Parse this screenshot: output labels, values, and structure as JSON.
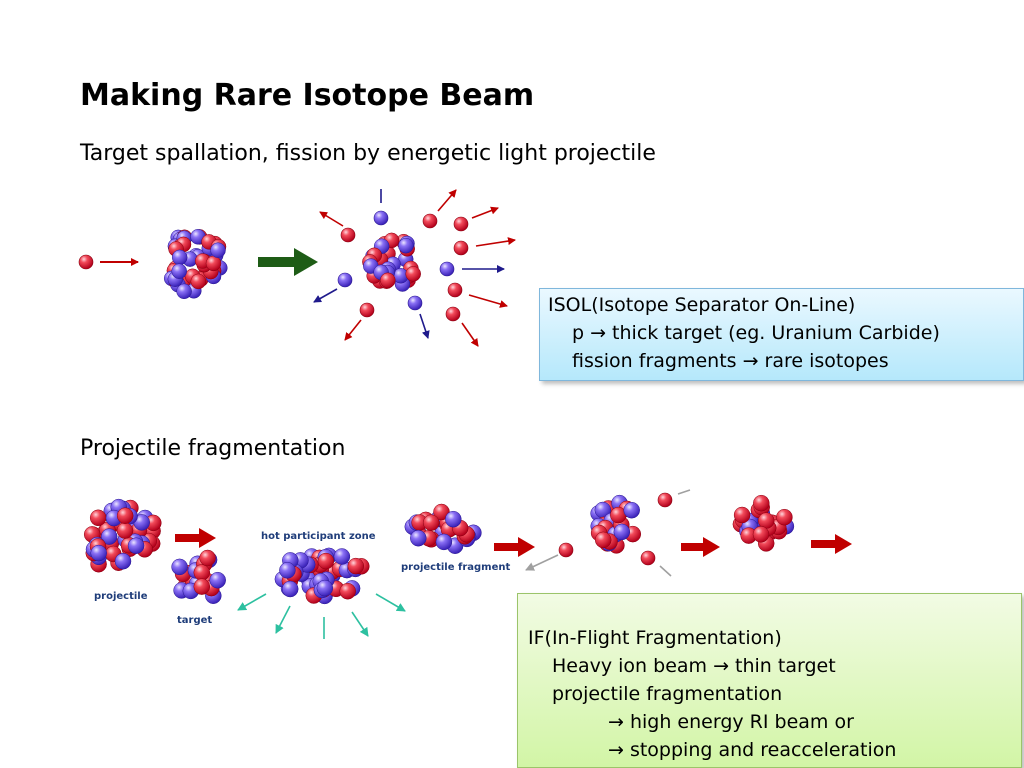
{
  "slide": {
    "title": "Making Rare Isotope Beam",
    "subtitle_spallation": "Target spallation, fission by energetic light projectile",
    "subtitle_fragmentation": "Projectile fragmentation"
  },
  "isol_box": {
    "line1": "ISOL(Isotope Separator On-Line)",
    "line2": "p → thick target (eg. Uranium Carbide)",
    "line3": "fission fragments → rare isotopes"
  },
  "if_box": {
    "line1": "IF(In-Flight Fragmentation)",
    "line2": "Heavy ion beam → thin target",
    "line3": "projectile fragmentation",
    "line4": "→ high energy RI beam or",
    "line5": "→ stopping and reacceleration"
  },
  "diagram_labels": {
    "projectile": "projectile",
    "target": "target",
    "hot_zone": "hot participant zone",
    "projectile_fragment": "projectile fragment"
  },
  "colors": {
    "proton": "#e8283a",
    "neutron": "#7b5cf0",
    "arrow_red": "#c00000",
    "arrow_green": "#1e5c16",
    "arrow_navy": "#1f1a8c",
    "arrow_teal": "#2dc0a0"
  }
}
